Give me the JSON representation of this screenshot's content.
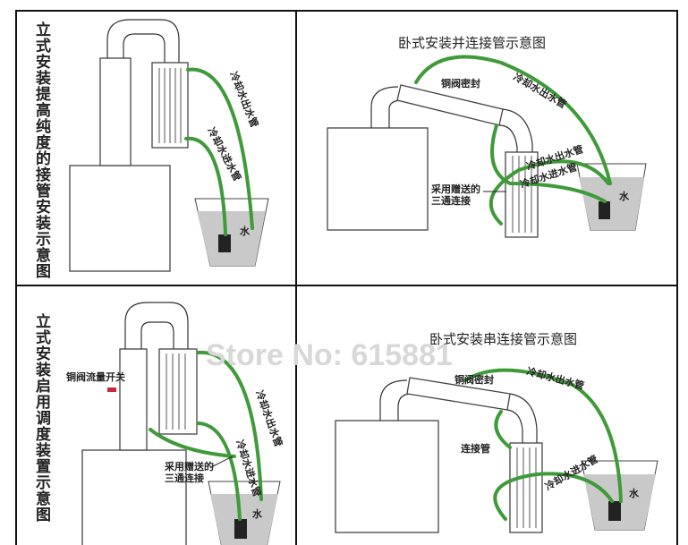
{
  "panels": [
    {
      "title": "立式安装提高纯度的接管安装示意图",
      "labels": {
        "outlet": "冷却水出水管",
        "inlet": "冷却水进水管",
        "water": "水"
      }
    },
    {
      "title": "卧式安装并连接管示意图",
      "labels": {
        "seal": "铜阀密封",
        "outlet": "冷却水出水管",
        "outlet2": "冷却水出水管",
        "inlet": "冷却水进水管",
        "tee_1": "采用赠送的",
        "tee_2": "三通连接",
        "water": "水"
      }
    },
    {
      "title": "立式安装启用调度装置示意图",
      "labels": {
        "valve": "铜阀流量开关",
        "outlet": "冷却水出水管",
        "inlet": "冷却水进水管",
        "tee_1": "采用赠送的",
        "tee_2": "三通连接",
        "water": "水"
      }
    },
    {
      "title": "卧式安装串连接管示意图",
      "labels": {
        "seal": "铜阀密封",
        "outlet": "冷却水出水管",
        "connector": "连接管",
        "inlet": "冷却水进水管",
        "water": "水"
      }
    }
  ],
  "watermark": "Store No: 615881",
  "colors": {
    "hose": "#3f9a3a",
    "water": "#c9c9c9",
    "valve": "#c8283c"
  }
}
